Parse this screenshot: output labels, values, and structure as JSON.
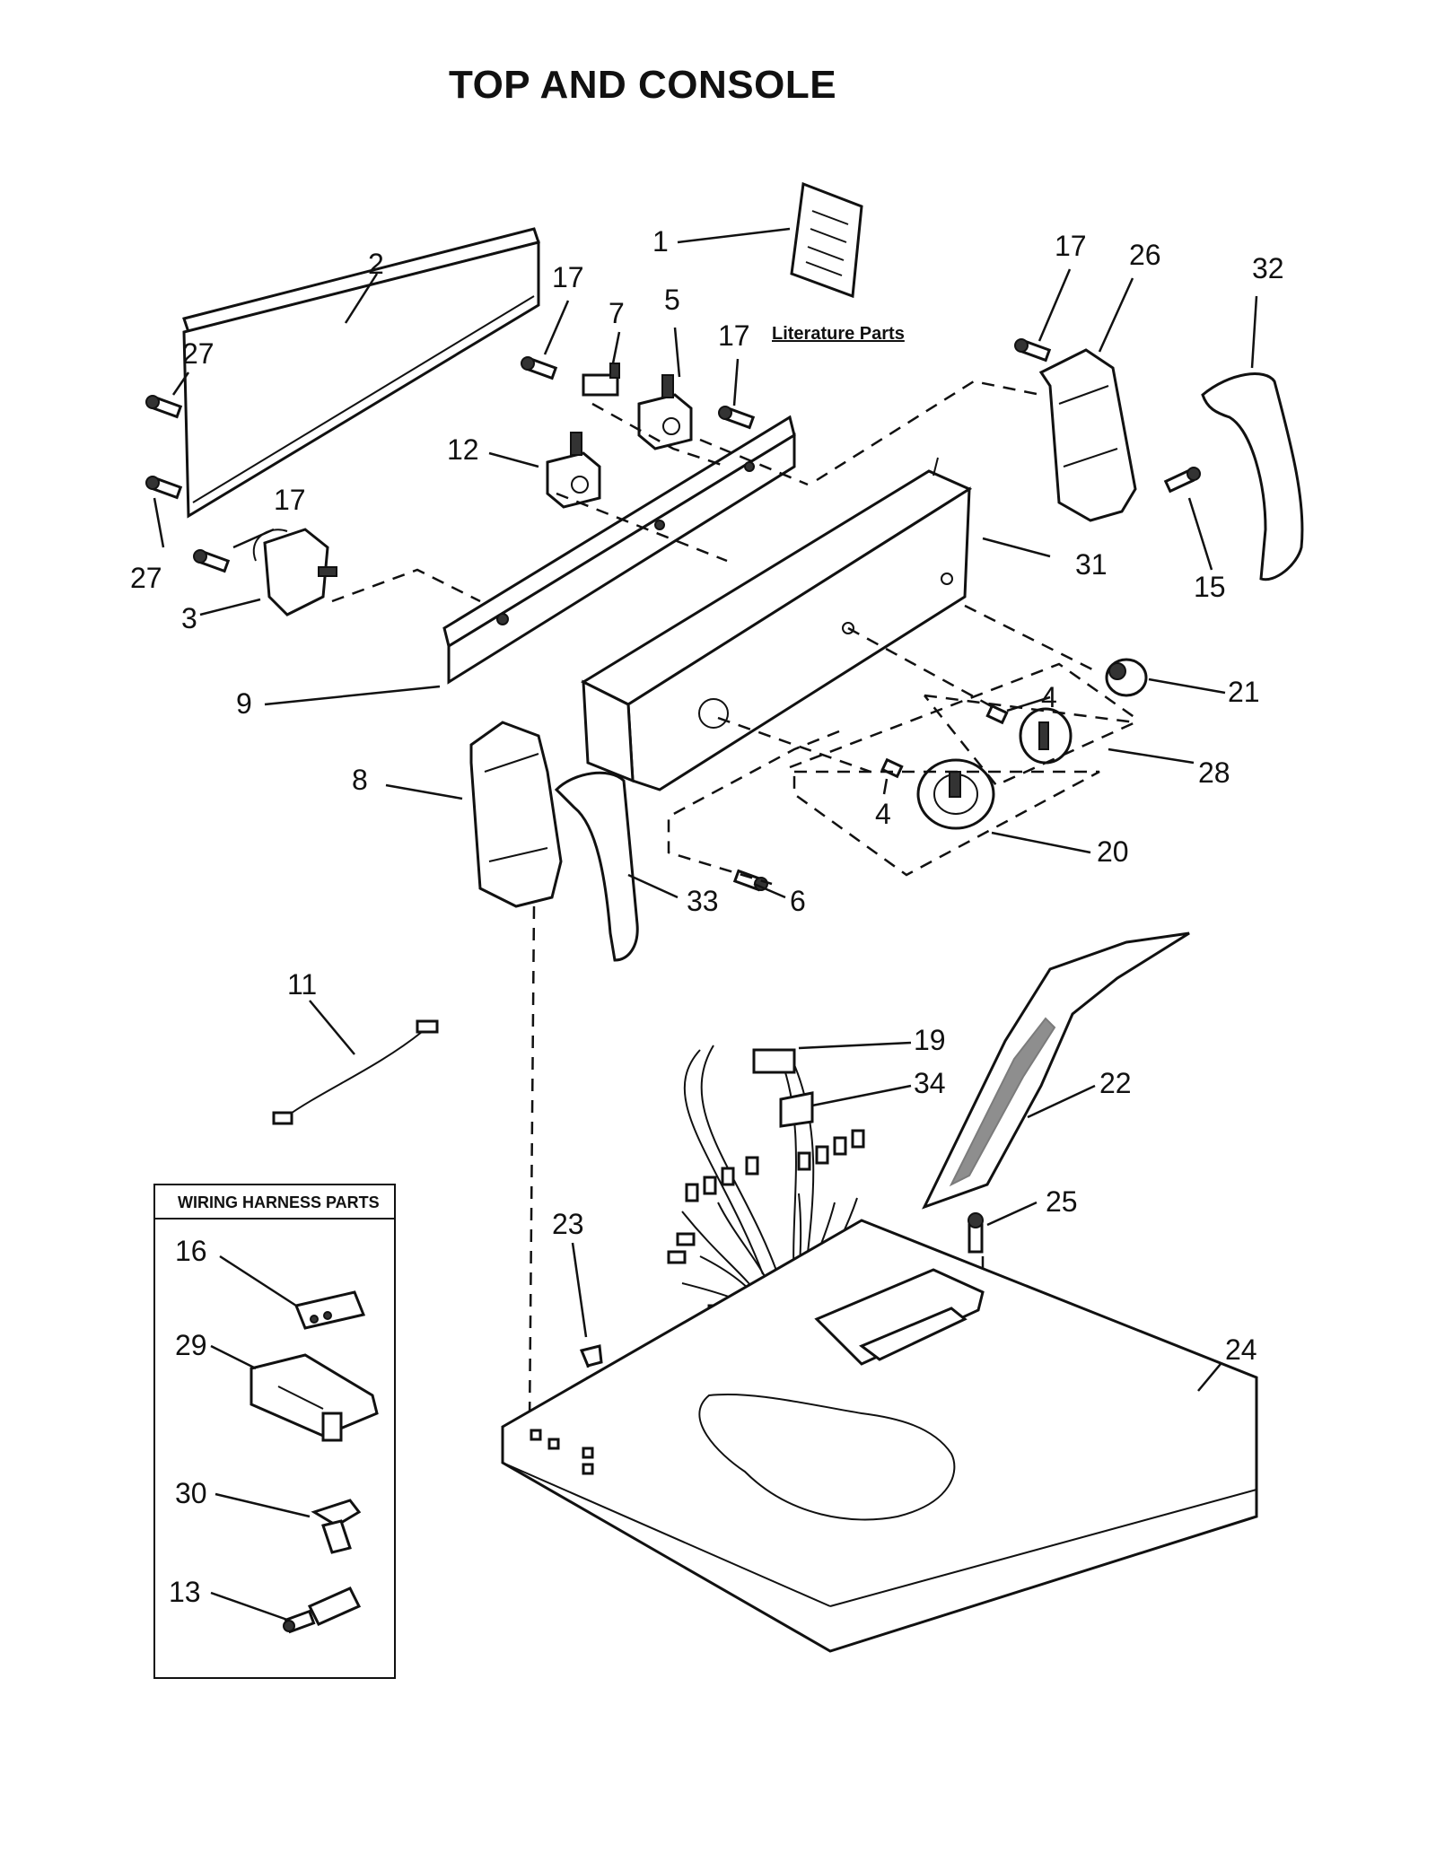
{
  "title": "TOP AND CONSOLE",
  "literature_label": "Literature Parts",
  "wiring_box_title": "WIRING HARNESS PARTS",
  "labels": {
    "p1": "1",
    "p2": "2",
    "p3": "3",
    "p4a": "4",
    "p4b": "4",
    "p5": "5",
    "p6": "6",
    "p7": "7",
    "p8": "8",
    "p9": "9",
    "p11": "11",
    "p12": "12",
    "p13": "13",
    "p15": "15",
    "p16": "16",
    "p17a": "17",
    "p17b": "17",
    "p17c": "17",
    "p17d": "17",
    "p19": "19",
    "p20": "20",
    "p21": "21",
    "p22": "22",
    "p23": "23",
    "p24": "24",
    "p25": "25",
    "p26": "26",
    "p27a": "27",
    "p27b": "27",
    "p28": "28",
    "p29": "29",
    "p30": "30",
    "p31": "31",
    "p32": "32",
    "p33": "33",
    "p34": "34"
  }
}
